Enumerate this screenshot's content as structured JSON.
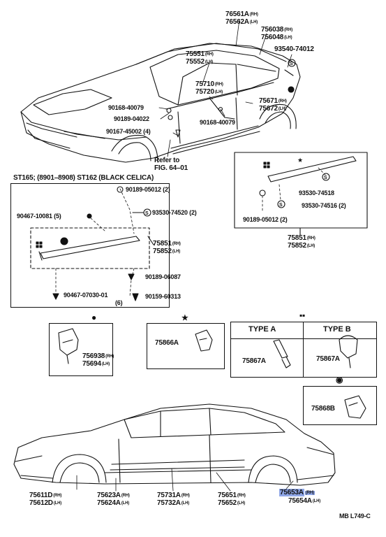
{
  "diagram": {
    "refer_to": "Refer to",
    "fig_ref": "FIG. 64–01",
    "variant_header": "ST165; (8901–8908) ST162 (BLACK CELICA)",
    "type_a": "TYPE A",
    "type_b": "TYPE B",
    "footer_code": "MB L749-C",
    "top_parts": {
      "p76561": "76561A",
      "p76562": "76562A",
      "p75603": "756038",
      "p75604": "756048",
      "p93540": "93540-74012",
      "p75551": "75551",
      "p75552": "75552",
      "p75710": "75710",
      "p75720": "75720",
      "p90168a": "90168-40079",
      "p90189a": "90189-04022",
      "p90167": "90167-45002 (4)",
      "p75671": "75671",
      "p75672": "75672",
      "p90168b": "90168-40079"
    },
    "left_box_parts": {
      "p90189b": "90189-05012 (2)",
      "p90467a": "90467-10081 (5)",
      "p93530a": "93530-74520 (2)",
      "p75851": "75851",
      "p75852": "75852",
      "p90189c": "90189-06087",
      "p90467b": "90467-07030-01",
      "p90467b_qty": "(6)",
      "p90159": "90159-60313"
    },
    "right_box_parts": {
      "p93530b": "93530-74518",
      "p93530c": "93530-74516 (2)",
      "p90189d": "90189-05012 (2)",
      "p75851r": "75851",
      "p75852r": "75852"
    },
    "clip_parts": {
      "p75693": "756938",
      "p75694": "75694",
      "p75866": "75866A",
      "p75867a": "75867A",
      "p75867b": "75867A",
      "p75868": "75868B"
    },
    "bottom_parts": {
      "p75611": "75611D",
      "p75612": "75612D",
      "p75623": "75623A",
      "p75624": "75624A",
      "p75731": "75731A",
      "p75732": "75732A",
      "p75651": "75651",
      "p75652": "75652",
      "p75653": "75653A",
      "p75654": "75654A"
    },
    "side_suffix": {
      "rh": "(RH)",
      "lh": "(LH)"
    },
    "highlight_color": "#8fa6e6"
  }
}
